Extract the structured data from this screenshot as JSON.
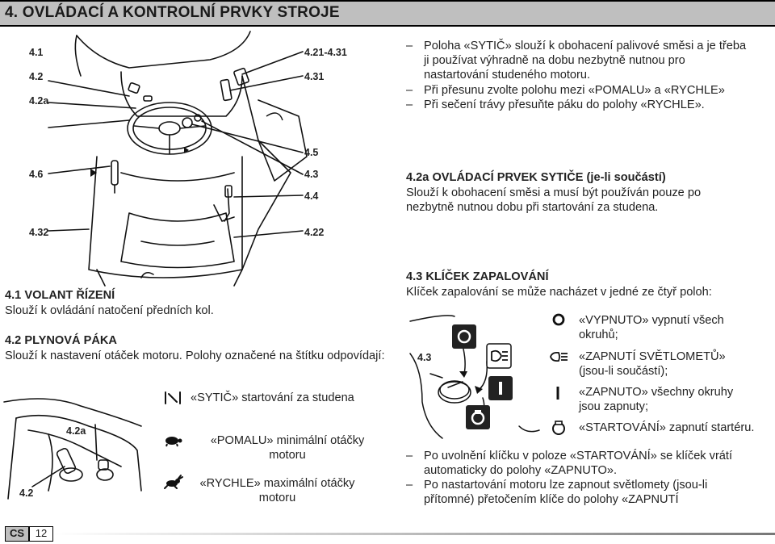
{
  "header": {
    "title": "4.  OVLÁDACÍ A KONTROLNÍ PRVKY STROJE"
  },
  "diagram_main": {
    "labels_left": [
      "4.1",
      "4.2",
      "4.2a",
      "4.6",
      "4.32"
    ],
    "labels_right": [
      "4.21-4.31",
      "4.31",
      "4.5",
      "4.3",
      "4.4",
      "4.22"
    ]
  },
  "choke_info": {
    "bullets": [
      "Poloha «SYTIČ» slouží k obohacení palivové směsi a je třeba ji používat výhradně na dobu nezbytně nutnou pro nastartování studeného motoru.",
      "Při přesunu zvolte polohu mezi «POMALU» a «RYCHLE»",
      "Při sečení trávy přesuňte páku do polohy «RYCHLE»."
    ]
  },
  "section_42a": {
    "heading": "4.2a OVLÁDACÍ PRVEK SYTIČE (je-li součástí)",
    "text": "Slouží k obohacení směsi a musí být používán pouze po nezbytně nutnou dobu při startování za studena."
  },
  "section_41": {
    "heading": "4.1 VOLANT ŘÍZENÍ",
    "text": "Slouží k ovládání natočení předních kol."
  },
  "section_42": {
    "heading": "4.2 PLYNOVÁ PÁKA",
    "text": "Slouží k nastavení otáček motoru. Polohy označené na štítku odpovídají:"
  },
  "throttle_positions": [
    {
      "icon": "choke-icon",
      "text": "«SYTIČ» startování za studena"
    },
    {
      "icon": "turtle-icon",
      "text": "«POMALU» minimální otáčky motoru"
    },
    {
      "icon": "hare-icon",
      "text": "«RYCHLE» maximální otáčky motoru"
    }
  ],
  "diagram_throttle": {
    "labels": [
      "4.2a",
      "4.2"
    ]
  },
  "section_43": {
    "heading": "4.3 KLÍČEK ZAPALOVÁNÍ",
    "text": "Klíček zapalování se může nacházet v jedné ze čtyř poloh:"
  },
  "diagram_key": {
    "label": "4.3"
  },
  "key_positions": [
    {
      "icon": "circle-off-icon",
      "text": "«VYPNUTO» vypnutí všech okruhů;"
    },
    {
      "icon": "headlight-icon",
      "text": "«ZAPNUTÍ SVĚTLOMETŮ» (jsou-li součástí);"
    },
    {
      "icon": "line-on-icon",
      "text": "«ZAPNUTO» všechny okruhy jsou zapnuty;"
    },
    {
      "icon": "starter-icon",
      "text": "«STARTOVÁNÍ» zapnutí startéru."
    }
  ],
  "key_notes": [
    "Po uvolnění klíčku v poloze «STARTOVÁNÍ» se klíček vrátí automaticky do polohy «ZAPNUTO».",
    "Po nastartování motoru lze zapnout světlomety (jsou-li přítomné) přetočením klíče do polohy «ZAPNUTÍ"
  ],
  "footer": {
    "lang": "CS",
    "page": "12"
  }
}
